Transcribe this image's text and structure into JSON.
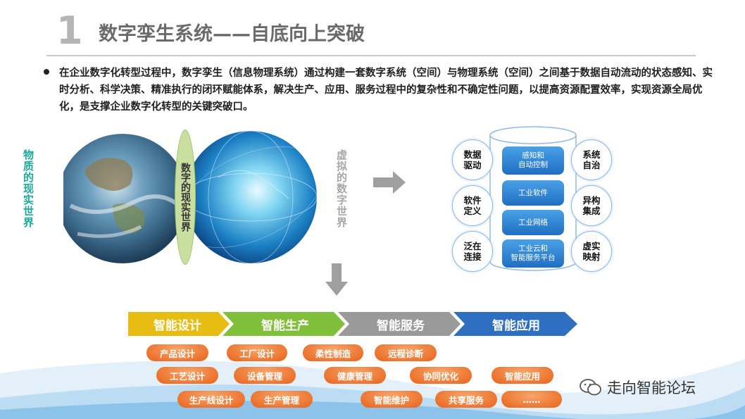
{
  "header": {
    "number": "1",
    "title": "数字孪生系统——自底向上突破"
  },
  "paragraph": "在企业数字化转型过程中，数字孪生（信息物理系统）通过构建一套数字系统（空间）与物理系统（空间）之间基于数据自动流动的状态感知、实时分析、科学决策、精准执行的闭环赋能体系，解决生产、应用、服务过程中的复杂性和不确定性问题，以提高资源配置效率，实现资源全局优化，是支撑企业数字化转型的关键突破口。",
  "labels": {
    "physical": "物质的现实世界",
    "digital_real": "数字的现实世界",
    "virtual": "虚拟的数字世界"
  },
  "cylinder": {
    "layers": [
      "感知和\n自动控制",
      "工业软件",
      "工业网络",
      "工业云和\n智能服务平台"
    ]
  },
  "circles": {
    "left": [
      "数据\n驱动",
      "软件\n定义",
      "泛在\n连接"
    ],
    "right": [
      "系统\n自治",
      "异构\n集成",
      "虚实\n映射"
    ]
  },
  "chevrons": [
    "智能设计",
    "智能生产",
    "智能服务",
    "智能应用"
  ],
  "pills": [
    "产品设计",
    "工厂设计",
    "柔性制造",
    "远程诊断",
    "工艺设计",
    "设备管理",
    "健康管理",
    "协同优化",
    "智能应用",
    "生产线设计",
    "生产管理",
    "智能维护",
    "共享服务",
    "……"
  ],
  "watermark": "走向智能论坛",
  "colors": {
    "chev1": "#e8bd13",
    "chev2": "#7fbf3a",
    "chev3": "#9a9a9a",
    "chev4": "#2e6fc2",
    "pill": "#ea6a20",
    "accent_teal": "#1aa99a"
  }
}
